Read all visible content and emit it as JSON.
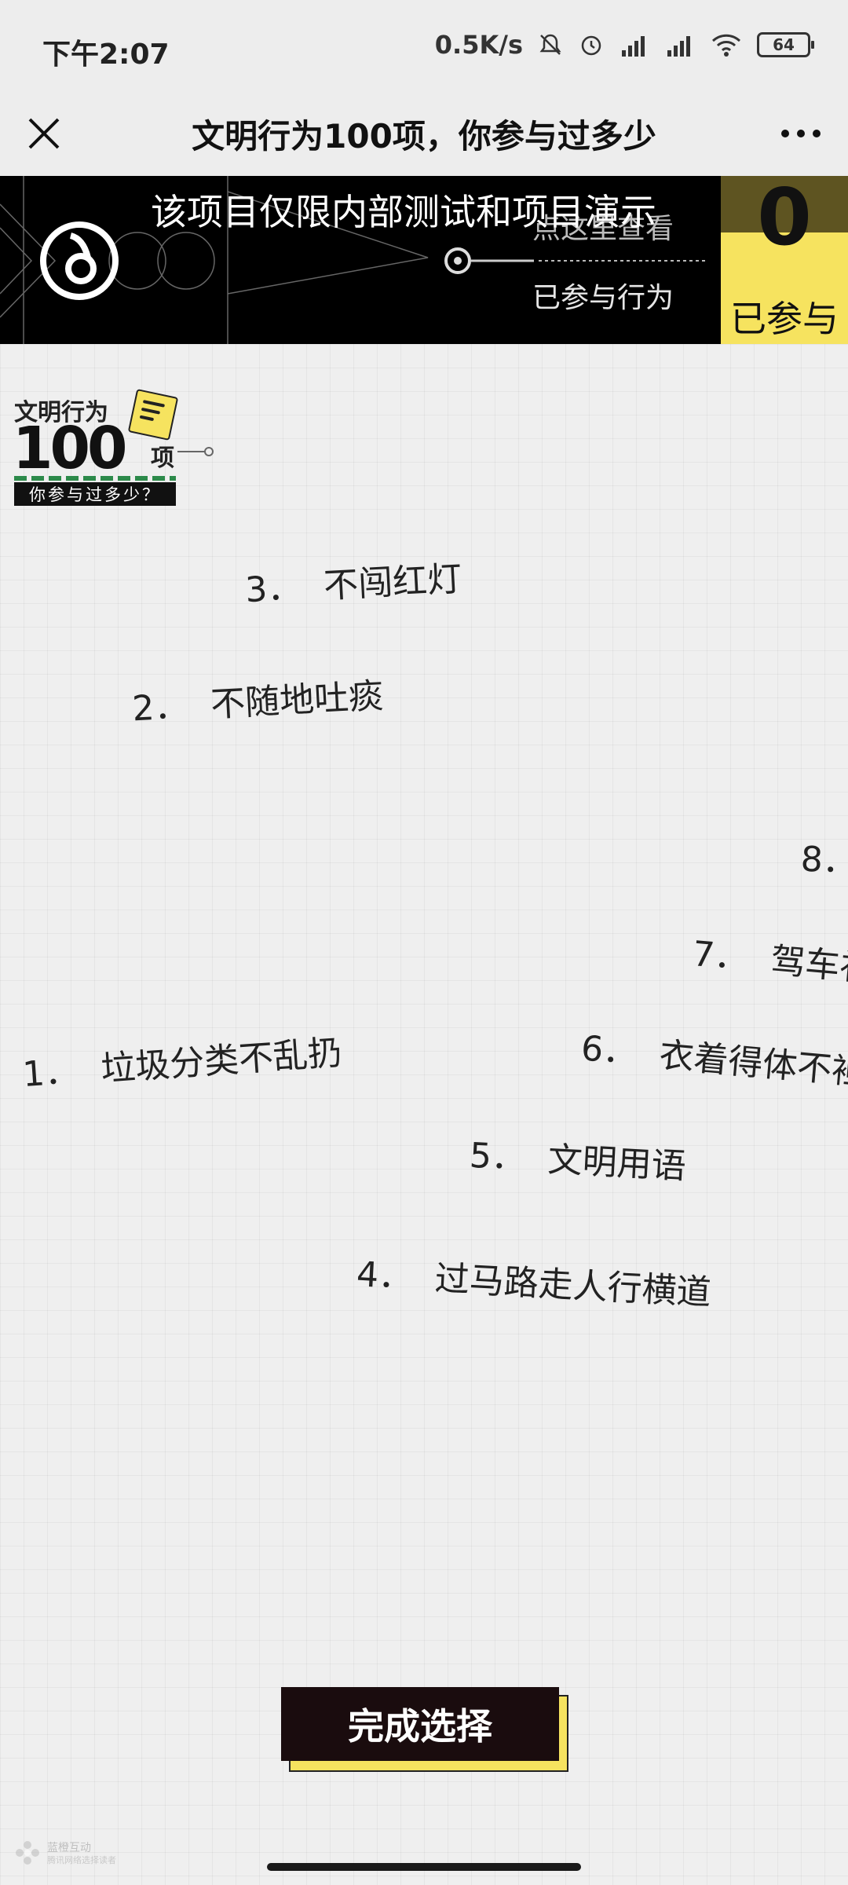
{
  "status_bar": {
    "time": "下午2:07",
    "network_speed": "0.5K/s",
    "battery": "64",
    "icons": [
      "mute-bell-icon",
      "alarm-icon",
      "signal-hd-icon",
      "signal-hd-icon",
      "wifi-icon",
      "battery-icon"
    ]
  },
  "title_bar": {
    "title": "文明行为100项，你参与过多少",
    "close_icon": "close-icon",
    "more_icon": "more-icon"
  },
  "banner": {
    "disclaimer": "该项目仅限内部测试和项目演示",
    "link_text": "点这里查看",
    "sub_text": "已参与行为",
    "count": "0",
    "count_label": "已参与"
  },
  "logo": {
    "line1": "文明行为",
    "number": "100",
    "unit": "项",
    "tagline": "你参与过多少？"
  },
  "behaviors": [
    {
      "num": "3．",
      "text": "不闯红灯"
    },
    {
      "num": "2．",
      "text": "不随地吐痰"
    },
    {
      "num": "8．",
      "text": ""
    },
    {
      "num": "7．",
      "text": "驾车礼"
    },
    {
      "num": "1．",
      "text": "垃圾分类不乱扔"
    },
    {
      "num": "6．",
      "text": "衣着得体不袒"
    },
    {
      "num": "5．",
      "text": "文明用语"
    },
    {
      "num": "4．",
      "text": "过马路走人行横道"
    }
  ],
  "submit_label": "完成选择",
  "footer": {
    "line1": "蓝橙互动",
    "line2": "腾讯网络选择读者"
  },
  "colors": {
    "accent_yellow": "#f6e35f",
    "banner_black": "#000000",
    "button_dark": "#1a0c0e"
  }
}
